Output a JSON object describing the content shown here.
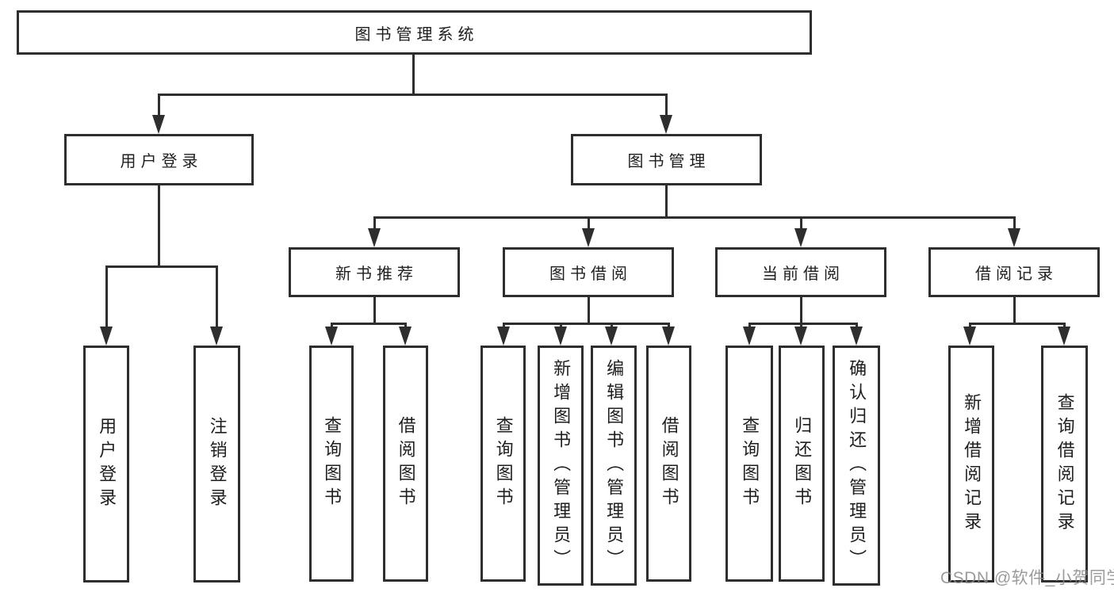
{
  "diagram_title": "图书管理系统",
  "tree": {
    "label": "图书管理系统",
    "children": [
      {
        "label": "用户登录",
        "children": [
          {
            "label": "用户登录"
          },
          {
            "label": "注销登录"
          }
        ]
      },
      {
        "label": "图书管理",
        "children": [
          {
            "label": "新书推荐",
            "children": [
              {
                "label": "查询图书"
              },
              {
                "label": "借阅图书"
              }
            ]
          },
          {
            "label": "图书借阅",
            "children": [
              {
                "label": "查询图书"
              },
              {
                "label": "新增图书（管理员）"
              },
              {
                "label": "编辑图书（管理员）"
              },
              {
                "label": "借阅图书"
              }
            ]
          },
          {
            "label": "当前借阅",
            "children": [
              {
                "label": "查询图书"
              },
              {
                "label": "归还图书"
              },
              {
                "label": "确认归还（管理员）"
              }
            ]
          },
          {
            "label": "借阅记录",
            "children": [
              {
                "label": "新增借阅记录"
              },
              {
                "label": "查询借阅记录"
              }
            ]
          }
        ]
      }
    ]
  },
  "watermark": {
    "text": "CSDN @软件_小贺同学"
  },
  "colors": {
    "line": "#2e2e2e",
    "box_border": "#2e2e2e",
    "text": "#1e1e1e",
    "watermark": "#8a8a8a",
    "background": "#ffffff"
  }
}
